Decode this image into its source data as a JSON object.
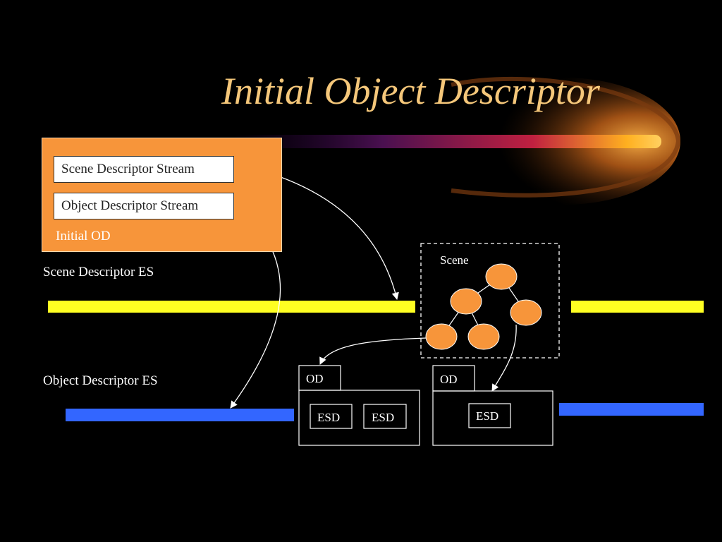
{
  "title": "Initial Object Descriptor",
  "initial_od": {
    "label": "Initial OD",
    "scene_stream": "Scene Descriptor Stream",
    "object_stream": "Object Descriptor Stream"
  },
  "scene_es_label": "Scene Descriptor ES",
  "object_es_label": "Object Descriptor ES",
  "scene": {
    "label": "Scene"
  },
  "od_left": {
    "tab": "OD",
    "esd1": "ESD",
    "esd2": "ESD"
  },
  "od_right": {
    "tab": "OD",
    "esd": "ESD"
  },
  "colors": {
    "background": "#000000",
    "title": "#f5c77a",
    "initial_od_fill": "#f7953a",
    "scene_es_bar": "#ffff22",
    "object_es_bar": "#3366ff",
    "scene_node": "#f7953a",
    "lines": "#ffffff"
  }
}
